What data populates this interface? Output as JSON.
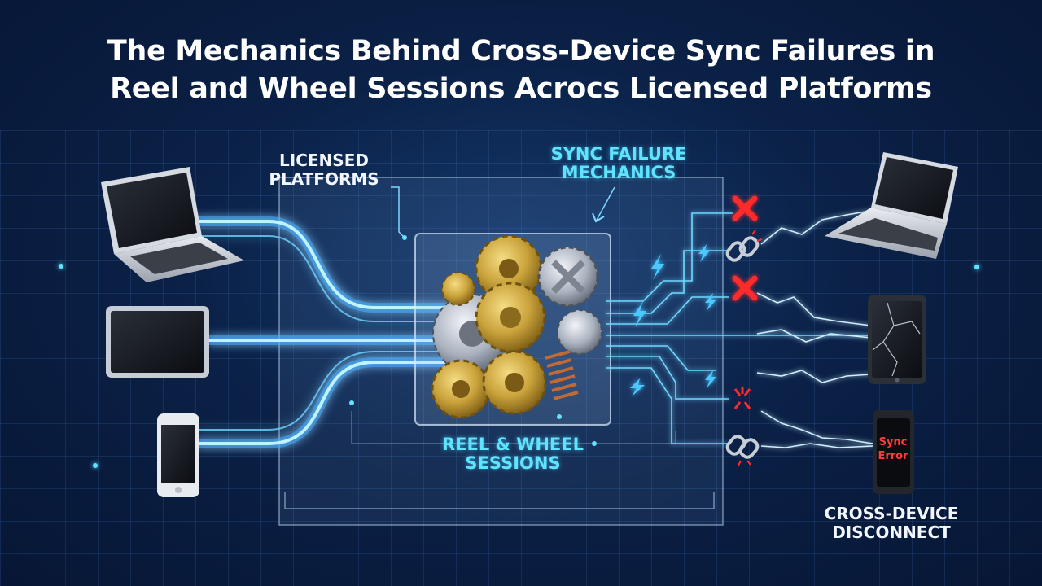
{
  "title": {
    "line1": "The Mechanics Behind Cross-Device Sync Failures in",
    "line2": "Reel and Wheel Sessions Acrocs Licensed Platforms"
  },
  "labels": {
    "licensed_platforms": [
      "LICENSED",
      "PLATFORMS"
    ],
    "sync_failure_mechanics": [
      "SYNC FAILURE",
      "MECHANICS"
    ],
    "reel_wheel_sessions": [
      "REEL & WHEEL",
      "SESSIONS"
    ],
    "cross_device_disconnect": [
      "CROSS-DEVICE",
      "DISCONNECT"
    ]
  },
  "phone_screen": {
    "line1": "Sync",
    "line2": "Error"
  },
  "colors": {
    "accent_cyan": "#5fe3ff",
    "error_red": "#ff2b2b",
    "gold": "#c9a23a",
    "background": "#0b2147"
  },
  "icons": {
    "left_devices": [
      "laptop-icon",
      "tablet-icon",
      "smartphone-icon"
    ],
    "right_devices": [
      "laptop-icon",
      "cracked-tablet-icon",
      "phone-error-icon"
    ],
    "failure_markers": [
      "x-icon",
      "broken-link-icon",
      "x-icon",
      "broken-link-icon",
      "broken-link-icon"
    ]
  }
}
